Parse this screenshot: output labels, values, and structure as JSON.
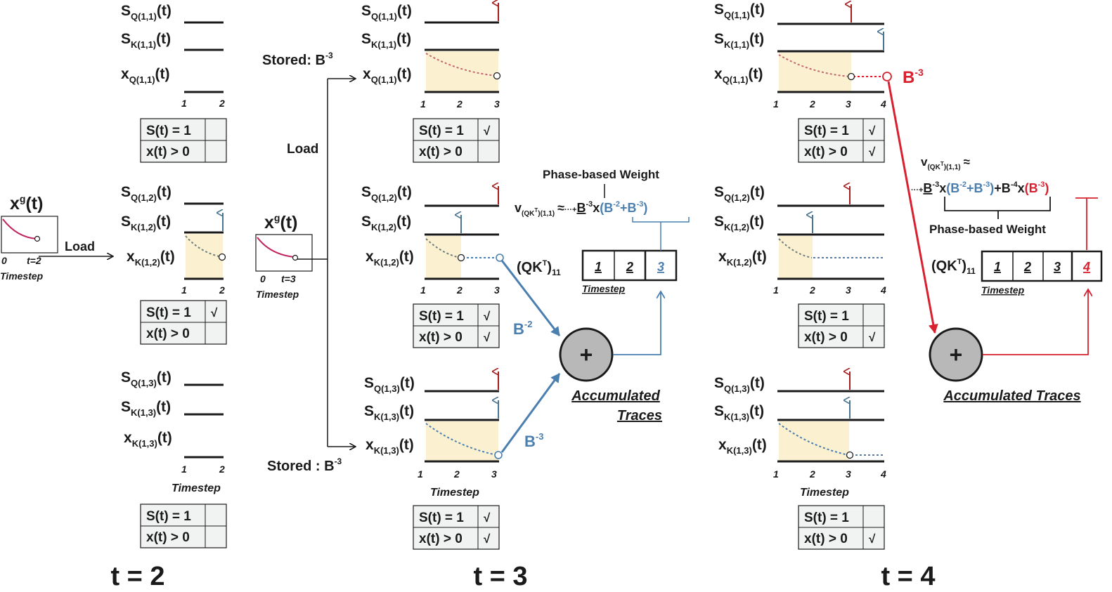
{
  "colors": {
    "ink": "#1a1a1a",
    "blue": "#4a7fb0",
    "red": "#d8202f",
    "darkred": "#a51f1f",
    "steel": "#4a7590",
    "fill": "#fbf0cf",
    "gray": "#b8b8b8",
    "pink": "#c0245f",
    "cell": "#f1f3f3"
  },
  "texts": {
    "xg_main": "x",
    "xg_sup": "g",
    "xg_tail": "(t)",
    "xg_ticks": [
      "0",
      "t=2",
      "0",
      "t=3"
    ],
    "timestep": "Timestep",
    "load": "Load",
    "stored_main": "Stored: B",
    "stored_main2": "Stored : B",
    "stored_sup": "-3",
    "panel_labels": {
      "sq11": "Q(1,1)",
      "sk11": "K(1,1)",
      "xq11": "Q(1,1)",
      "sq12": "Q(1,2)",
      "sk12": "K(1,2)",
      "xk12": "K(1,2)",
      "sq13": "Q(1,3)",
      "sk13": "K(1,3)",
      "xk13": "K(1,3)"
    },
    "S": "S",
    "x": "x",
    "t_arg": "(t)",
    "cond1": "S(t) = 1",
    "cond2": "x(t) > 0",
    "check": "√",
    "ticks2": [
      "1",
      "2"
    ],
    "ticks3": [
      "1",
      "2",
      "3"
    ],
    "ticks4": [
      "1",
      "2",
      "3",
      "4"
    ],
    "bottom": [
      "t = 2",
      "t = 3",
      "t = 4"
    ],
    "plus": "+",
    "accum": "Accumulated",
    "traces": "Traces",
    "accum_full": "Accumulated Traces",
    "bm2": "B",
    "bm2_sup": "-2",
    "bm3": "B",
    "bm3_sup": "-3",
    "phase": "Phase-based Weight",
    "qk_label": "(QK",
    "qk_T": "T",
    "qk_sub": "11",
    "qk_close": ")",
    "qk_cells3": [
      "1",
      "2",
      "3"
    ],
    "qk_cells4": [
      "1",
      "2",
      "3",
      "4"
    ],
    "v_main": "v",
    "v_sub": "(QK",
    "v_sub_T": "T",
    "v_sub_end": ")(1,1)",
    "approx": "≈",
    "dots": "···+",
    "f3_B": "B",
    "f3_Bsup": "-3",
    "f3_x": "x",
    "f3_paren": "(B",
    "f3_s1": "-2",
    "f3_plus": "+B",
    "f3_s2": "-3",
    "f3_close": ")",
    "f4_B": "B",
    "f4_Bsup": "-3",
    "f4_x": "x",
    "f4_paren": "(B",
    "f4_s1": "-2",
    "f4_plus": "+B",
    "f4_s2": "-3",
    "f4_close": ")",
    "f4_plusB": "+B",
    "f4_s3": "-4",
    "f4_x2": "x",
    "f4_rparen": "(B",
    "f4_s4": "-3",
    "f4_rclose": ")"
  }
}
